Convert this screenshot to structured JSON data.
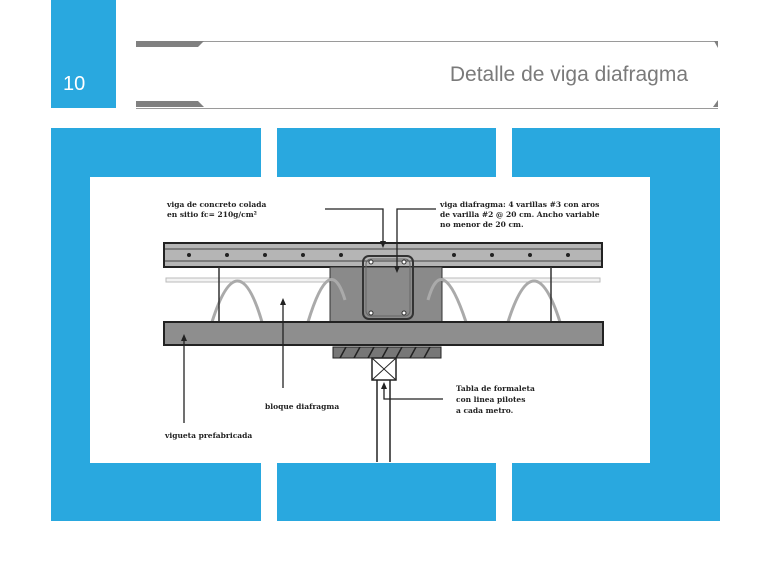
{
  "slide": {
    "number": "10",
    "title": "Detalle de viga diafragma"
  },
  "colors": {
    "accent": "#29a8df",
    "title_text": "#7a7a7a",
    "band_accent": "#808080"
  },
  "diagram": {
    "label_top_left": [
      "viga de concreto colada",
      "en sitio fc= 210g/cm²"
    ],
    "label_top_right": [
      "viga diafragma: 4 varillas #3 con aros",
      "de varilla #2 @ 20 cm. Ancho variable",
      "no menor de 20 cm."
    ],
    "label_block": "bloque diafragma",
    "label_formwork": [
      "Tabla de formaleta",
      "con linea pilotes",
      "a cada metro."
    ],
    "label_joist": "vigueta prefabricada"
  }
}
